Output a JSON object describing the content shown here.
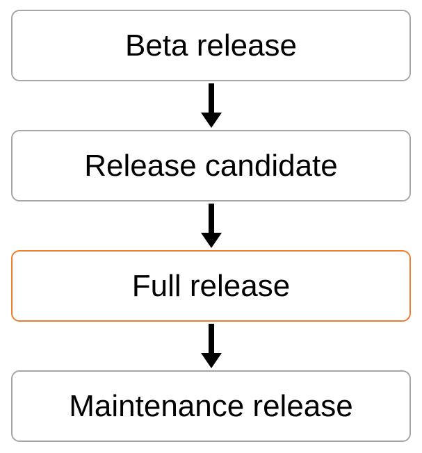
{
  "flowchart": {
    "nodes": [
      {
        "label": "Beta release",
        "highlighted": false
      },
      {
        "label": "Release candidate",
        "highlighted": false
      },
      {
        "label": "Full release",
        "highlighted": true
      },
      {
        "label": "Maintenance release",
        "highlighted": false
      }
    ],
    "connectors": [
      {
        "from": 0,
        "to": 1,
        "type": "down-arrow"
      },
      {
        "from": 1,
        "to": 2,
        "type": "down-arrow"
      },
      {
        "from": 2,
        "to": 3,
        "type": "down-arrow"
      }
    ],
    "colors": {
      "background": "#FFFFFF",
      "box_border": "#A6A6A6",
      "highlight_border": "#ED7D31",
      "arrow": "#000000",
      "text": "#000000"
    }
  }
}
